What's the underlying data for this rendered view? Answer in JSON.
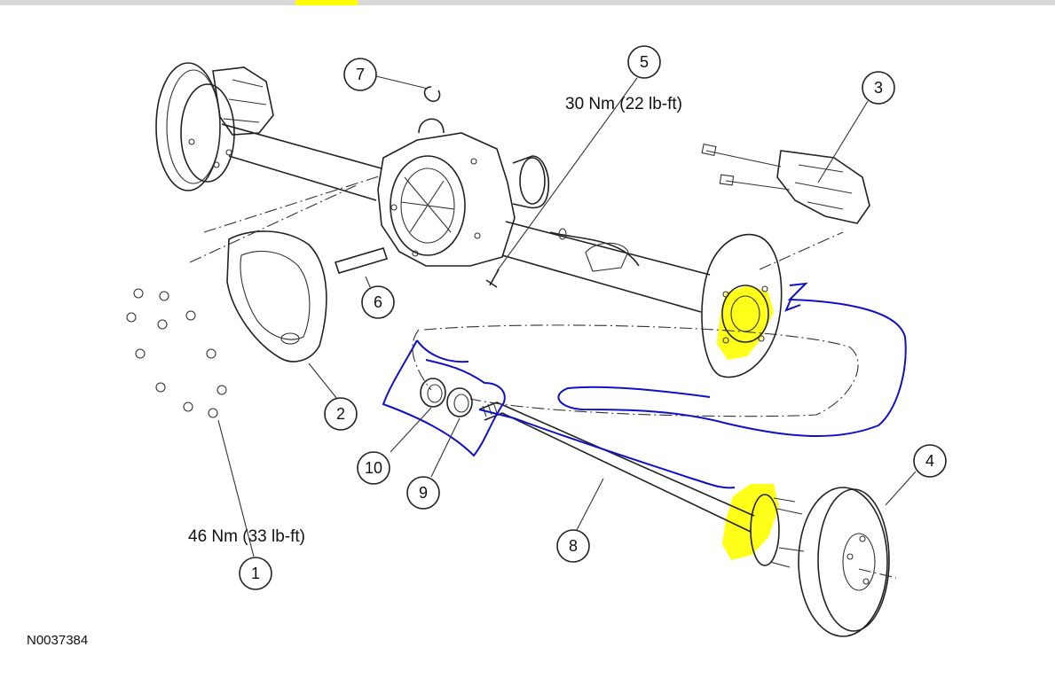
{
  "figure_code": "N0037384",
  "callouts": [
    {
      "id": "1",
      "label": "1"
    },
    {
      "id": "2",
      "label": "2"
    },
    {
      "id": "3",
      "label": "3"
    },
    {
      "id": "4",
      "label": "4"
    },
    {
      "id": "5",
      "label": "5"
    },
    {
      "id": "6",
      "label": "6"
    },
    {
      "id": "7",
      "label": "7"
    },
    {
      "id": "8",
      "label": "8"
    },
    {
      "id": "9",
      "label": "9"
    },
    {
      "id": "10",
      "label": "10"
    }
  ],
  "torque_specs": {
    "cover_bolts": "46 Nm (33 lb-ft)",
    "pinion_shaft_bolt": "30 Nm (22 lb-ft)"
  },
  "colors": {
    "highlight": "#ffff00",
    "annotation_pen": "#1010c8",
    "line_art": "#222222"
  }
}
